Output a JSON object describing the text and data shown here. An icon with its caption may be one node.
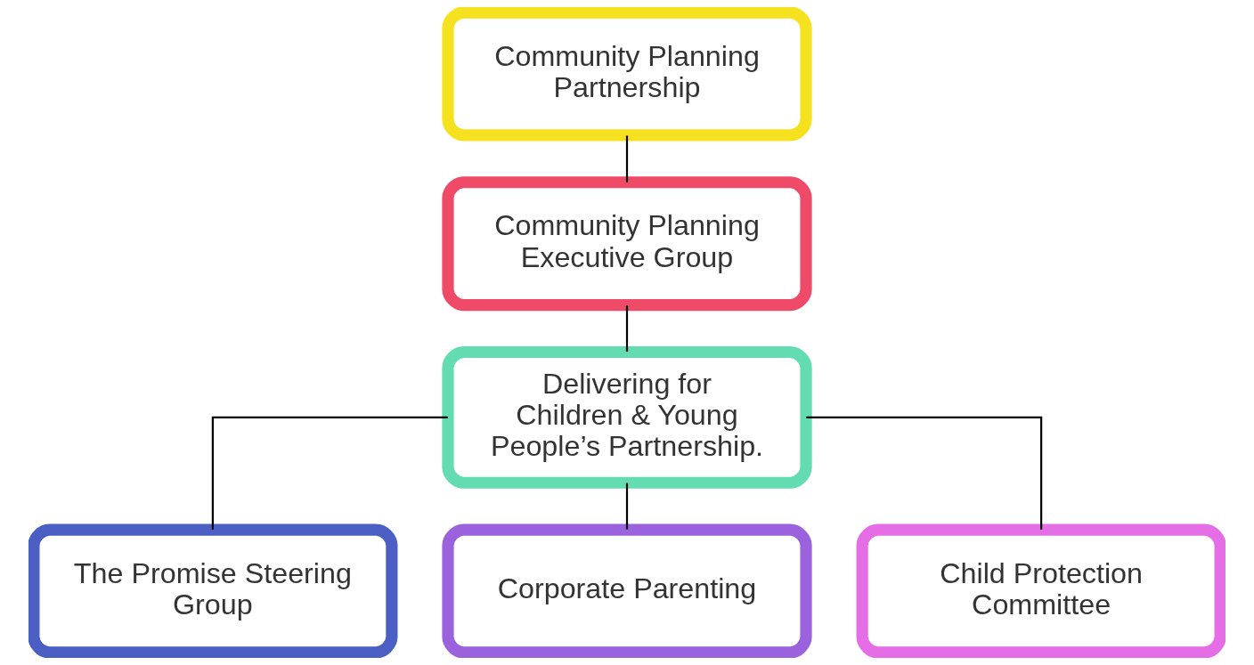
{
  "diagram": {
    "nodes": [
      {
        "text": [
          "Community Planning Partnership"
        ]
      },
      {
        "text": [
          "Community Planning Executive Group"
        ]
      },
      {
        "text": [
          "Delivering for Children & Young People’s Partnership."
        ]
      },
      {
        "text": [
          "The Promise Steering Group"
        ]
      },
      {
        "text": [
          "Corporate Parenting"
        ]
      },
      {
        "text": [
          "Child Protection Committee"
        ]
      }
    ],
    "edges": [
      {
        "from": 0,
        "to": 1,
        "arrow": "none"
      },
      {
        "from": 1,
        "to": 2,
        "arrow": "none"
      },
      {
        "from": 2,
        "to": 3,
        "arrow": "none"
      },
      {
        "from": 2,
        "to": 4,
        "arrow": "none"
      },
      {
        "from": 2,
        "to": 5,
        "arrow": "none"
      }
    ]
  }
}
